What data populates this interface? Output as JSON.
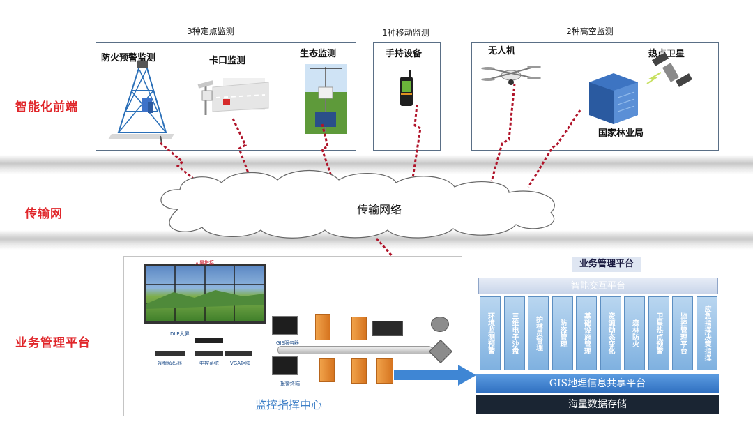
{
  "tiers": {
    "front": "智能化前端",
    "network": "传输网",
    "business": "业务管理平台"
  },
  "groups": {
    "fixed": "3种定点监测",
    "mobile": "1种移动监测",
    "aerial": "2种高空监测"
  },
  "devices": {
    "fire": "防火预警监测",
    "checkpoint": "卡口监测",
    "ecology": "生态监测",
    "handheld": "手持设备",
    "drone": "无人机",
    "satellite": "热点卫星",
    "bureau": "国家林业局"
  },
  "cloud_label": "传输网络",
  "command_center": {
    "title": "监控指挥中心",
    "dlp": "DLP大屏",
    "decoder": "视频解码器",
    "middleware": "中控系统",
    "vga": "VGA矩阵",
    "gis_server": "GIS服务器",
    "alarm_terminal": "报警终端",
    "screen_label": "大屏拼接"
  },
  "platform": {
    "title": "业务管理平台",
    "top_bar": "智能交互平台",
    "modules": [
      "环境监测预警",
      "三维电子沙盘",
      "护林员管理",
      "防盗管理",
      "基础设施管理",
      "资源动态变化",
      "森林防火",
      "卫星热点预警",
      "监控管理平台",
      "应急指挥决策指挥"
    ],
    "gis_bar": "GIS地理信息共享平台",
    "storage_bar": "海量数据存储"
  },
  "colors": {
    "tier_red": "#e0262a",
    "link_red": "#b0142a",
    "platform_blue": "#7fb1e0",
    "storage_dark": "#1a2533"
  }
}
